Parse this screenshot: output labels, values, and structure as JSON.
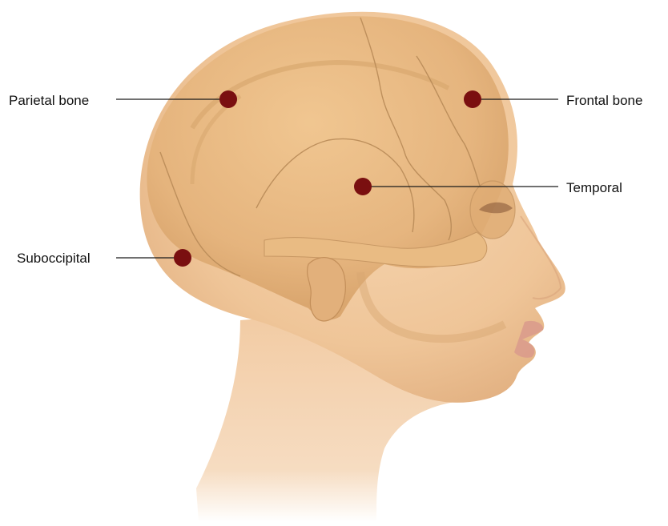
{
  "labels": {
    "parietal": "Parietal bone",
    "frontal": "Frontal bone",
    "temporal": "Temporal",
    "suboccipital": "Suboccipital"
  },
  "colors": {
    "background": "#ffffff",
    "skin": "#f1c79b",
    "bone": "#e8b67c",
    "suture": "#b98b58",
    "marker": "#7a0f10",
    "leader_line": "#1a1a1a"
  }
}
